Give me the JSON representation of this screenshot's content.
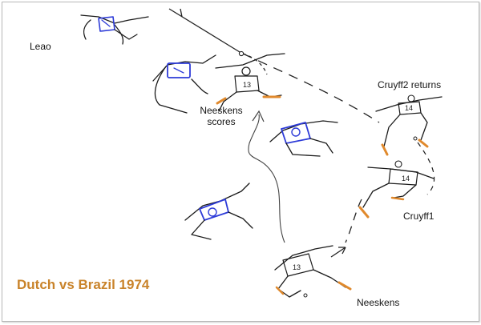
{
  "labels": {
    "leao": "Leao",
    "neeskens_scores_line1": "Neeskens",
    "neeskens_scores_line2": "scores",
    "cruyff2_returns": "Cruyff2 returns",
    "cruyff1": "Cruyff1",
    "neeskens": "Neeskens"
  },
  "shirt_numbers": {
    "neeskens_scoring": "13",
    "neeskens_start": "13",
    "cruyff1": "14",
    "cruyff2": "14"
  },
  "caption": "Dutch vs Brazil 1974",
  "colors": {
    "ink": "#1a1a1a",
    "brazil_blue": "#2d3bd8",
    "dutch_orange": "#e0892c",
    "caption": "#c9832a"
  }
}
